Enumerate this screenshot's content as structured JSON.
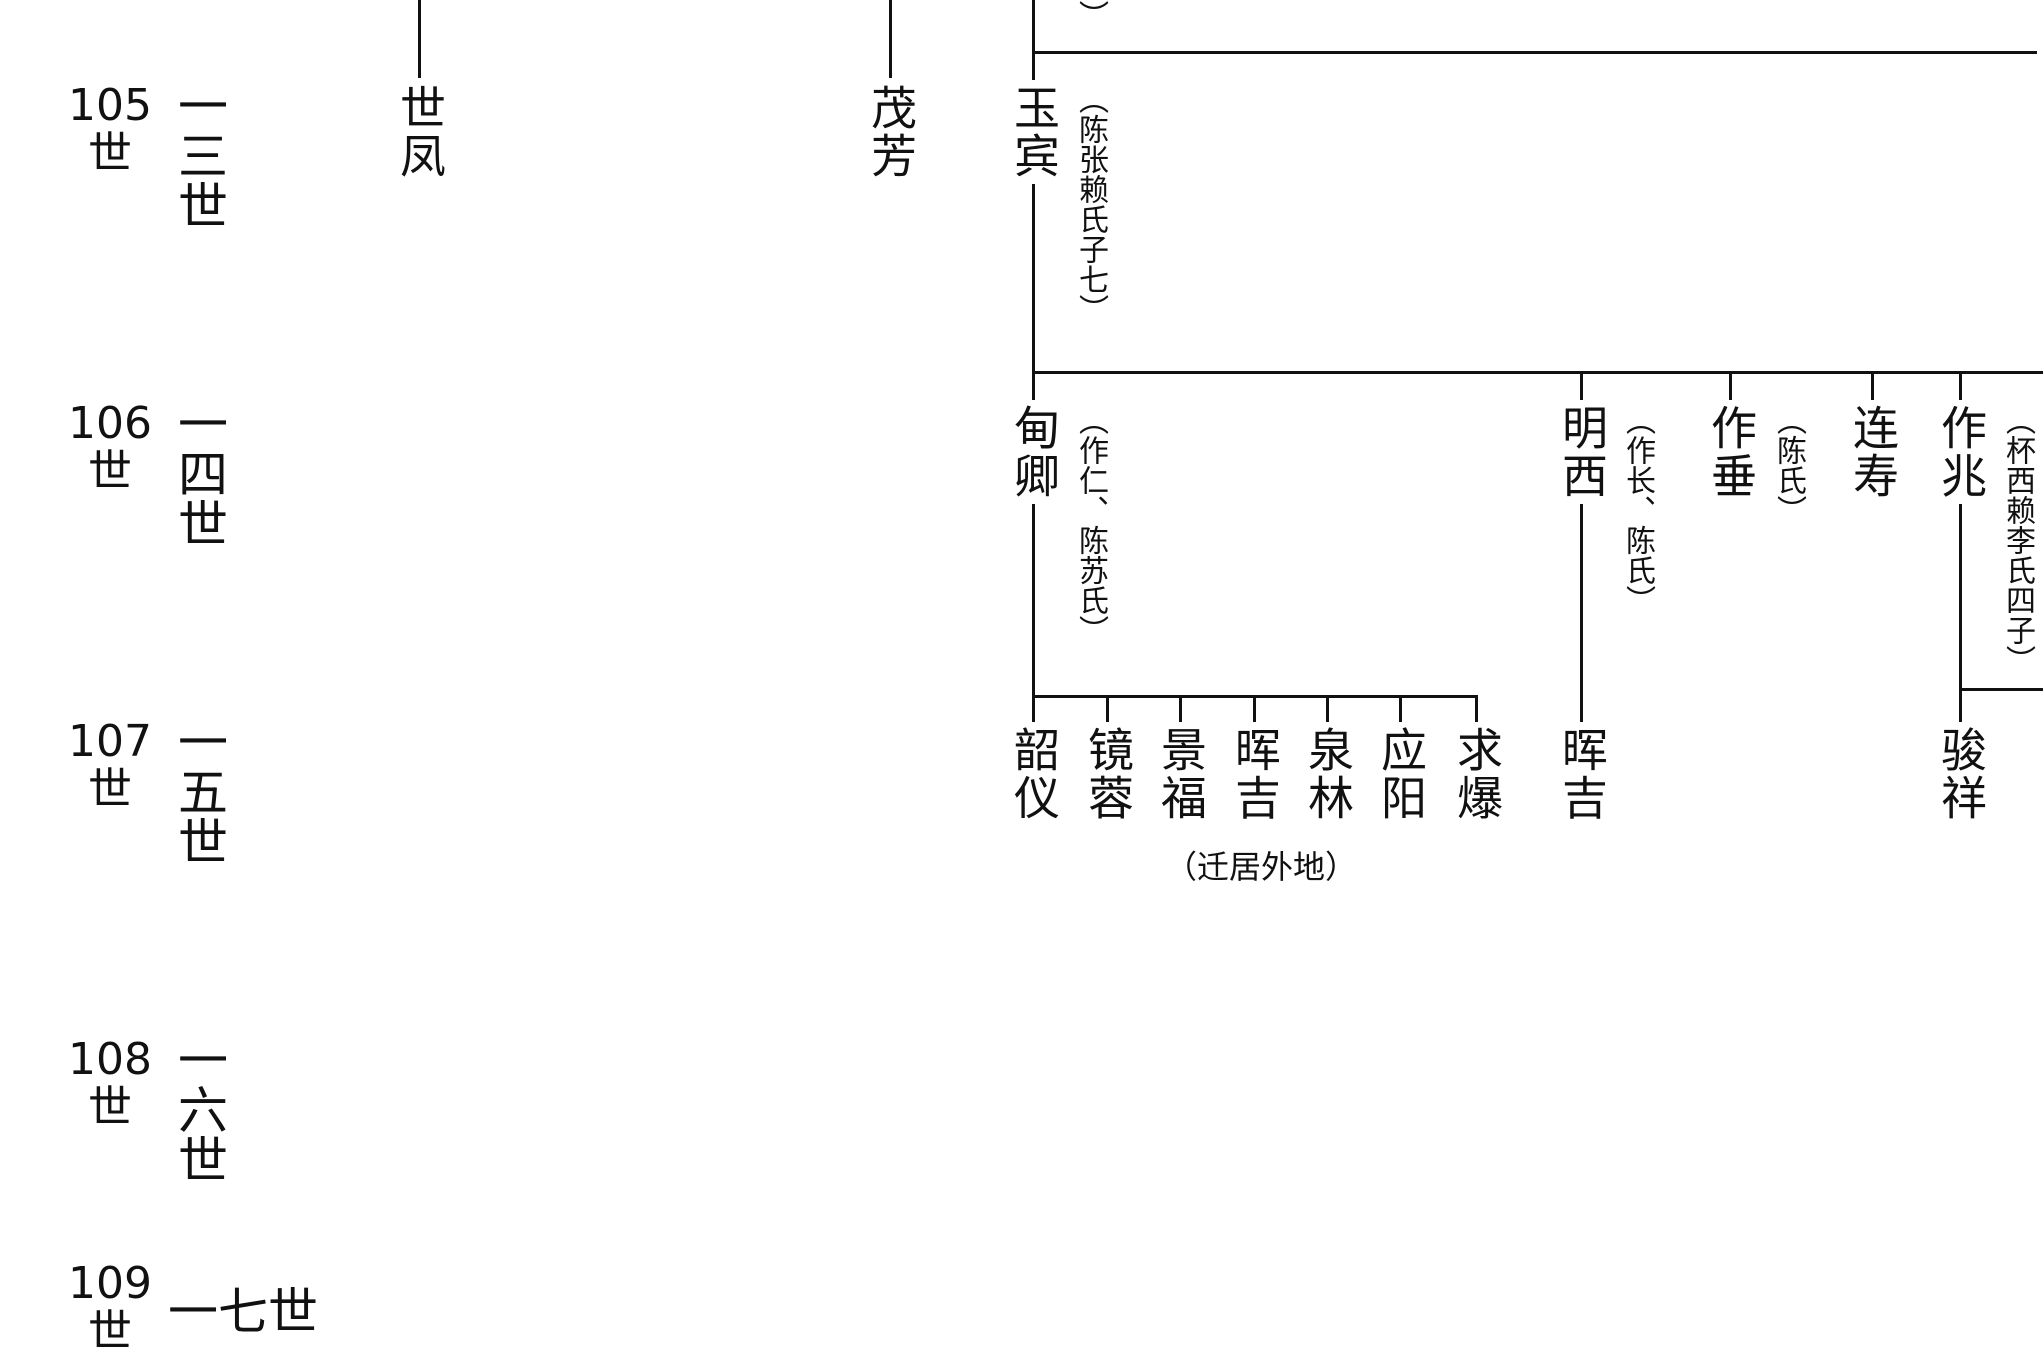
{
  "generations": [
    {
      "num": "105",
      "shi": "世",
      "order": "一三世"
    },
    {
      "num": "106",
      "shi": "世",
      "order": "一四世"
    },
    {
      "num": "107",
      "shi": "世",
      "order": "一五世"
    },
    {
      "num": "108",
      "shi": "世",
      "order": "一六世"
    },
    {
      "num": "109",
      "shi": "世",
      "order": "一七世"
    }
  ],
  "top_note_fragment": "）",
  "gen105": {
    "shifeng": "世凤",
    "maofang": "茂芳",
    "yubin": "玉宾",
    "yubin_note": "（陈张赖氏子七）"
  },
  "gen106": [
    {
      "name": "甸卿",
      "note": "（作仁、陈苏氏）"
    },
    {
      "name": "明西",
      "note": "（作长、陈氏）"
    },
    {
      "name": "作垂",
      "note": "（陈氏）"
    },
    {
      "name": "连寿",
      "note": ""
    },
    {
      "name": "作兆",
      "note": "（杯西赖李氏四子）"
    }
  ],
  "gen107": {
    "dianqing_children": [
      "韶仪",
      "镜蓉",
      "景福",
      "晖吉",
      "泉林",
      "应阳",
      "求爆"
    ],
    "migrated_note": "（迁居外地）",
    "mingxi_child": "晖吉",
    "zuozhao_child": "骏祥"
  }
}
